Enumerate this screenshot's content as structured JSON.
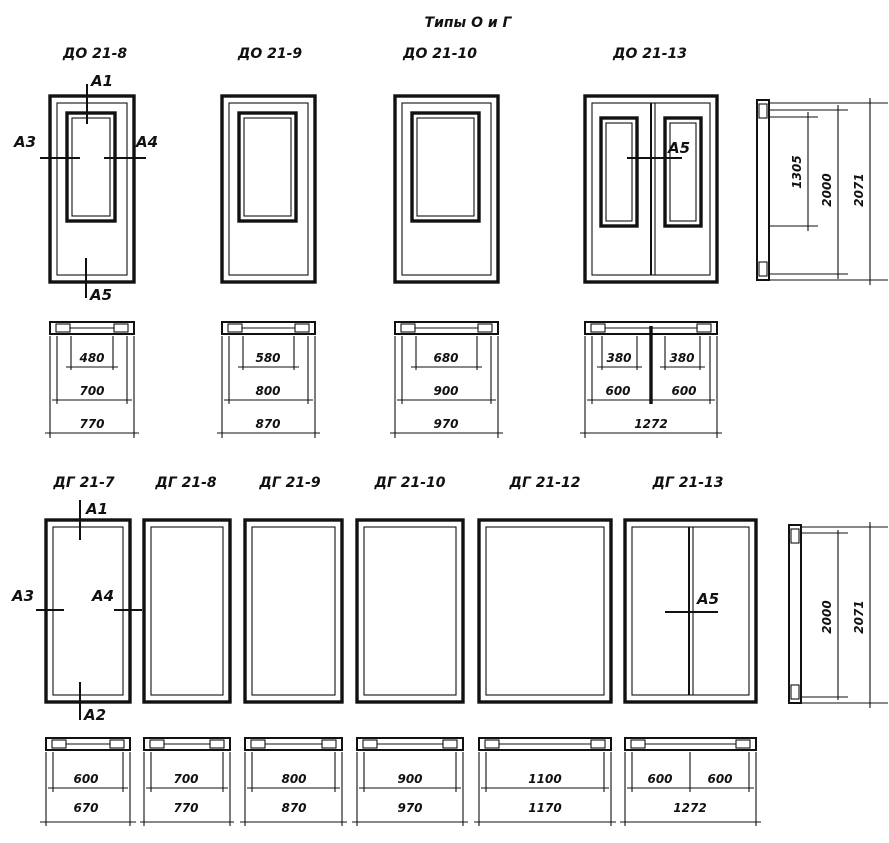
{
  "title": "Типы О и Г",
  "glazed": {
    "doors": [
      {
        "code": "ДО 21-8",
        "sections": [
          "А1",
          "А3",
          "А4",
          "А5"
        ],
        "dims": [
          "480",
          "700",
          "770"
        ]
      },
      {
        "code": "ДО 21-9",
        "dims": [
          "580",
          "800",
          "870"
        ]
      },
      {
        "code": "ДО 21-10",
        "dims": [
          "680",
          "900",
          "970"
        ]
      },
      {
        "code": "ДО 21-13",
        "sections": [
          "А5"
        ],
        "dims": [
          "380",
          "380",
          "600",
          "600",
          "1272"
        ]
      }
    ],
    "side_dims": [
      "1305",
      "2000",
      "2071"
    ]
  },
  "solid": {
    "doors": [
      {
        "code": "ДГ 21-7",
        "sections": [
          "А1",
          "А3",
          "А4",
          "А2"
        ],
        "dims": [
          "600",
          "670"
        ]
      },
      {
        "code": "ДГ 21-8",
        "dims": [
          "700",
          "770"
        ]
      },
      {
        "code": "ДГ 21-9",
        "dims": [
          "800",
          "870"
        ]
      },
      {
        "code": "ДГ 21-10",
        "dims": [
          "900",
          "970"
        ]
      },
      {
        "code": "ДГ 21-12",
        "dims": [
          "1100",
          "1170"
        ]
      },
      {
        "code": "ДГ 21-13",
        "sections": [
          "А5"
        ],
        "dims": [
          "600",
          "600",
          "1272"
        ]
      }
    ],
    "side_dims": [
      "2000",
      "2071"
    ]
  }
}
